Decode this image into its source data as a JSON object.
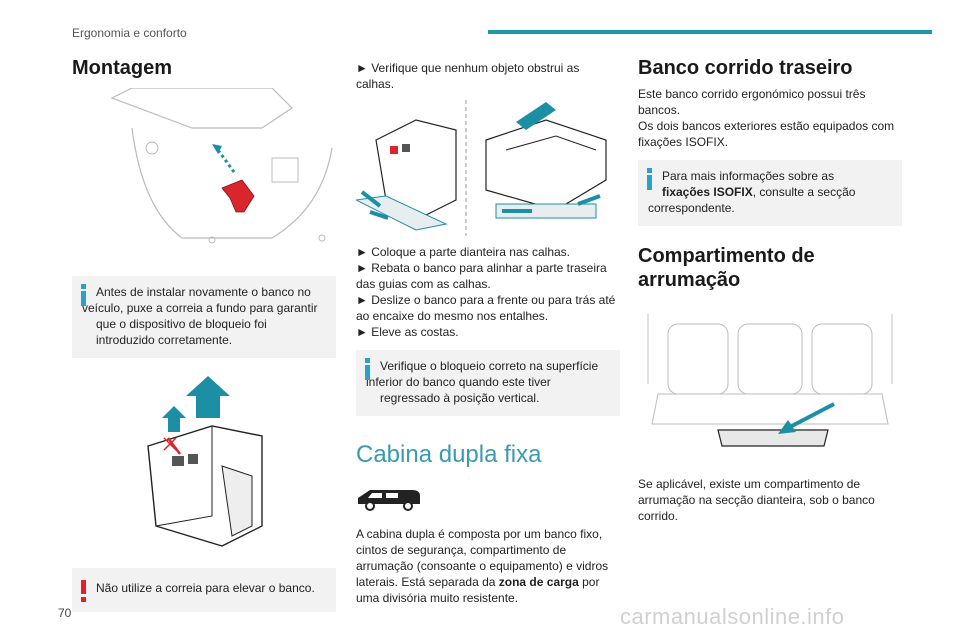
{
  "header": {
    "title": "Ergonomia e conforto",
    "accent_color": "#1d97ad"
  },
  "col1": {
    "heading": "Montagem",
    "info_note": {
      "icon": "info-icon",
      "first": "Antes de instalar novamente o banco no",
      "rest": "veículo, puxe a correia a fundo para garantir que o dispositivo de bloqueio foi introduzido corretamente."
    },
    "warning_note": {
      "icon": "warning-icon",
      "text": "Não utilize a correia para elevar o banco."
    }
  },
  "col2": {
    "step1": "► Verifique que nenhum objeto obstrui as calhas.",
    "steps": [
      "► Coloque a parte dianteira nas calhas.",
      "► Rebata o banco para alinhar a parte traseira das guias com as calhas.",
      "► Deslize o banco para a frente ou para trás até ao encaixe do mesmo nos entalhes.",
      "► Eleve as costas."
    ],
    "info_note": {
      "icon": "info-icon",
      "first": "Verifique o bloqueio correto na superfície",
      "rest": "inferior do banco quando este tiver regressado à posição vertical."
    },
    "section2_heading": "Cabina dupla fixa",
    "van_icon": "van-icon",
    "para": {
      "a": "A cabina dupla é composta por um banco fixo, cintos de segurança, compartimento de arrumação (consoante o equipamento) e vidros laterais. Está separada da ",
      "b": "zona de carga",
      "c": " por uma divisória muito resistente."
    }
  },
  "col3": {
    "heading1": "Banco corrido traseiro",
    "para1": "Este banco corrido ergonómico possui três bancos.",
    "para2": "Os dois bancos exteriores estão equipados com fixações ISOFIX.",
    "info_note": {
      "icon": "info-icon",
      "a": "Para mais informações sobre as",
      "b": "fixações ISOFIX",
      "c": ", consulte a secção correspondente."
    },
    "heading2": "Compartimento de arrumação",
    "para3": "Se aplicável, existe um compartimento de arrumação na secção dianteira, sob o banco corrido."
  },
  "footer": {
    "page_number": "70",
    "watermark": "carmanualsonline.info"
  },
  "colors": {
    "info_mark": "#2aa3c2",
    "warning_mark": "#e31e2d",
    "note_bg": "#f2f2f2",
    "arrow_blue": "#1d8fa5",
    "strap_red": "#d9262c"
  }
}
